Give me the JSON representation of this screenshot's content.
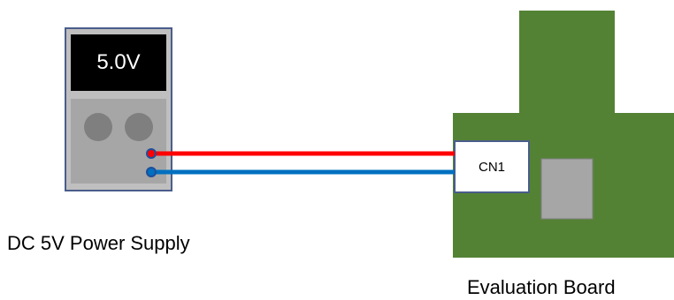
{
  "power_supply": {
    "display_value": "5.0V",
    "label": "DC 5V Power Supply"
  },
  "board": {
    "connector_label": "CN1",
    "label": "Evaluation Board"
  },
  "colors": {
    "supply_body": "#bfbfbf",
    "supply_border": "#4a5d8a",
    "display_bg": "#000000",
    "knob": "#808080",
    "board_green": "#548235",
    "chip_gray": "#a6a6a6",
    "wire_positive": "#ff0000",
    "wire_negative": "#0070c0",
    "terminal": "#1f4e9a"
  }
}
